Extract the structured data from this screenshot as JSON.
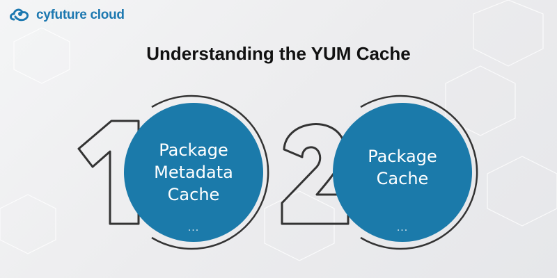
{
  "brand": {
    "name": "cyfuture cloud"
  },
  "title": "Understanding the YUM Cache",
  "items": [
    {
      "number": "1",
      "label_lines": [
        "Package",
        "Metadata",
        "Cache"
      ],
      "more": "..."
    },
    {
      "number": "2",
      "label_lines": [
        "Package",
        "Cache"
      ],
      "more": "..."
    }
  ],
  "colors": {
    "accent": "#1b7aaa",
    "brand": "#1c78b0",
    "outline": "#333333"
  }
}
